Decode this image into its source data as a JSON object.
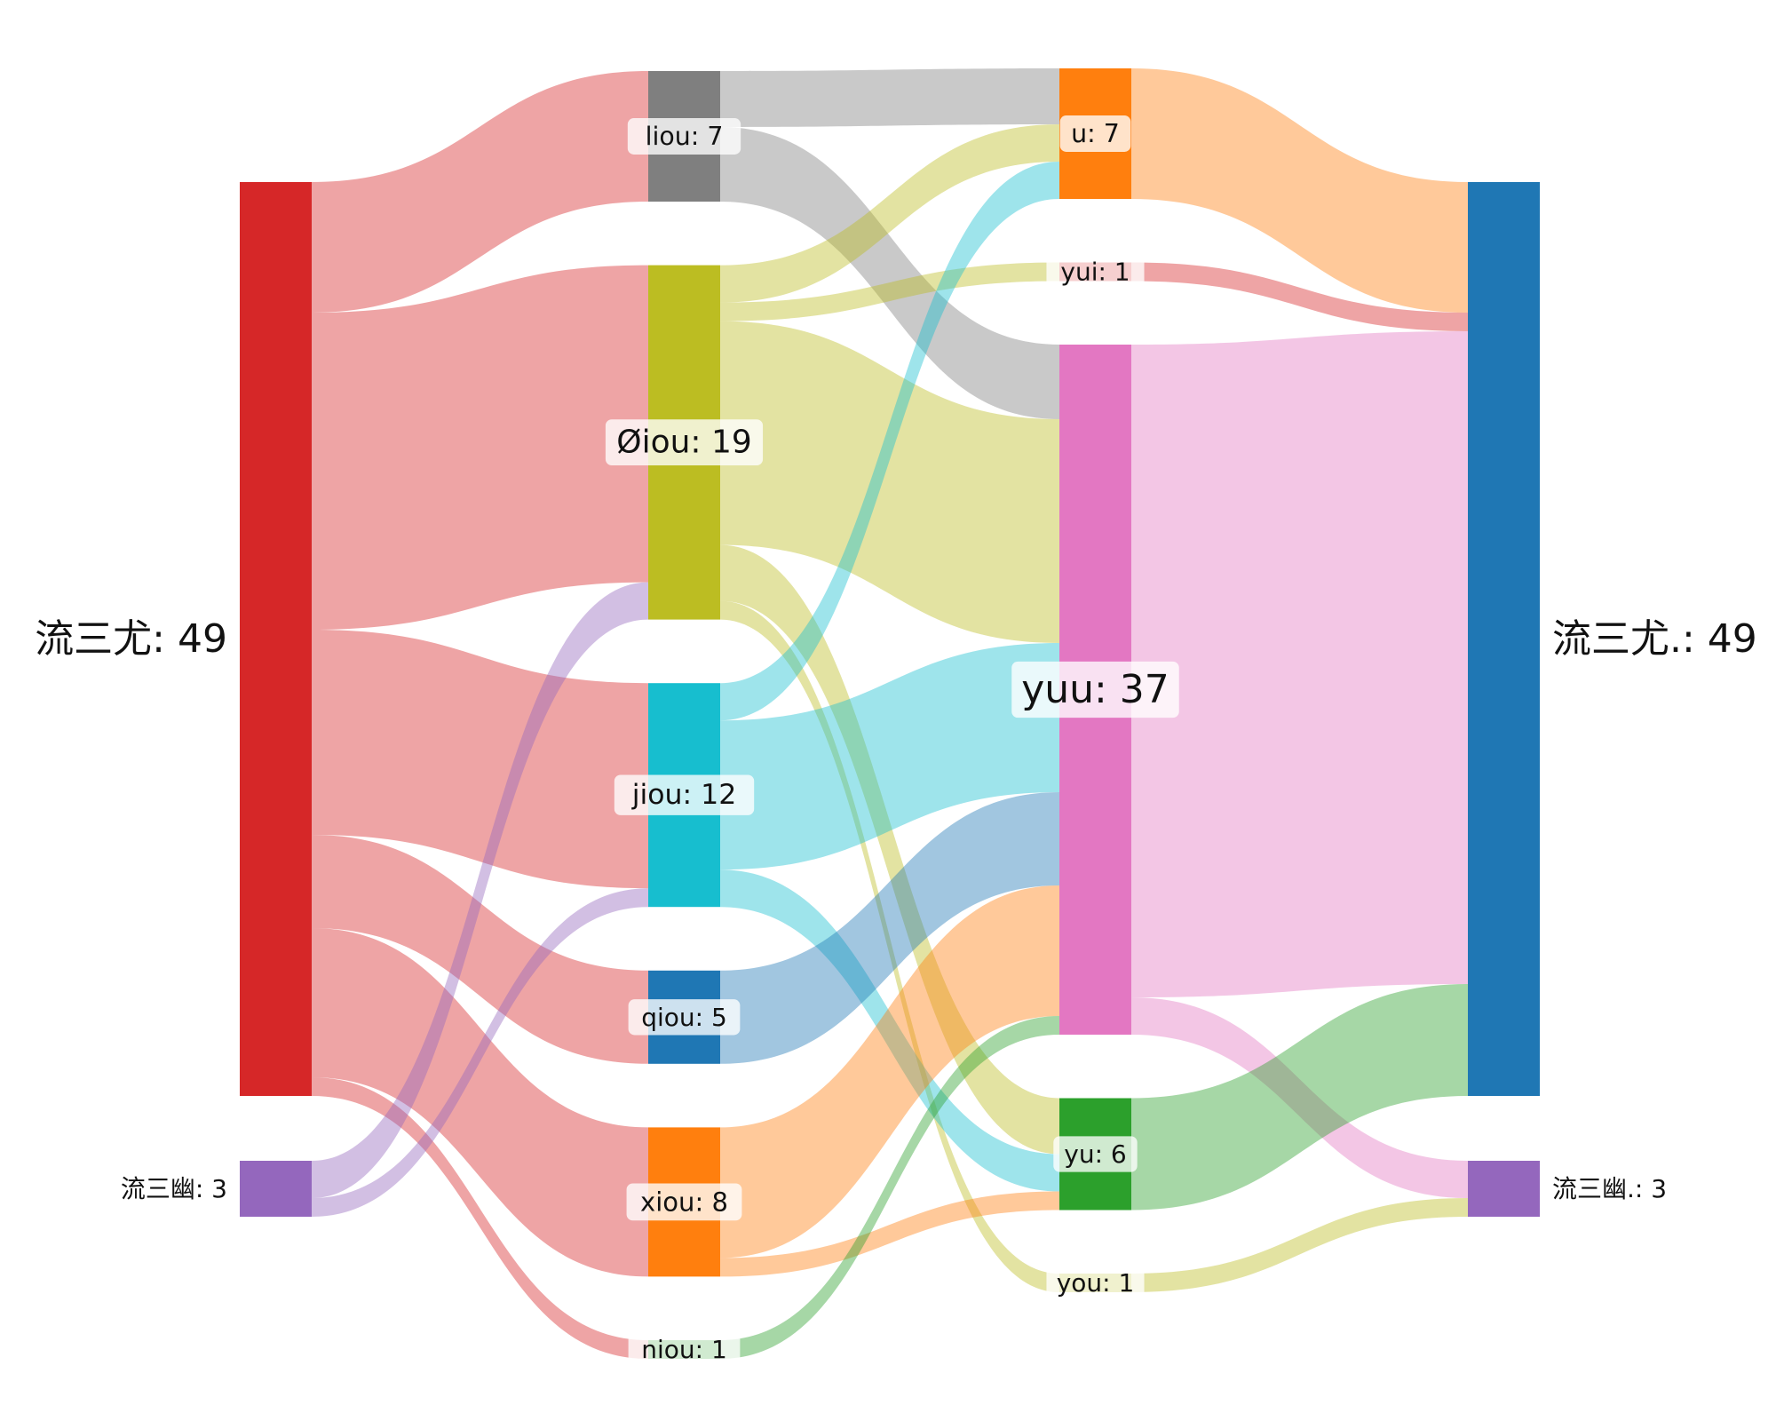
{
  "diagram": {
    "type": "sankey",
    "columns": [
      [
        {
          "id": "l_you3",
          "name": "流三尤",
          "value": 49,
          "color": "#d62728"
        },
        {
          "id": "l_you_yuu",
          "name": "流三幽",
          "value": 3,
          "color": "#9467bd"
        }
      ],
      [
        {
          "id": "liou",
          "name": "liou",
          "value": 7,
          "color": "#7f7f7f"
        },
        {
          "id": "oiou",
          "name": "Øiou",
          "value": 19,
          "color": "#bcbd22"
        },
        {
          "id": "jiou",
          "name": "jiou",
          "value": 12,
          "color": "#17becf"
        },
        {
          "id": "qiou",
          "name": "qiou",
          "value": 5,
          "color": "#1f77b4"
        },
        {
          "id": "xiou",
          "name": "xiou",
          "value": 8,
          "color": "#ff7f0e"
        },
        {
          "id": "niou",
          "name": "niou",
          "value": 1,
          "color": "#2ca02c"
        }
      ],
      [
        {
          "id": "u",
          "name": "u",
          "value": 7,
          "color": "#ff7f0e"
        },
        {
          "id": "yui",
          "name": "yui",
          "value": 1,
          "color": "#d62728"
        },
        {
          "id": "yuu",
          "name": "yuu",
          "value": 37,
          "color": "#e377c2"
        },
        {
          "id": "yu",
          "name": "yu",
          "value": 6,
          "color": "#2ca02c"
        },
        {
          "id": "you",
          "name": "you",
          "value": 1,
          "color": "#bcbd22"
        }
      ],
      [
        {
          "id": "r_you3",
          "name": "流三尤.",
          "value": 49,
          "color": "#1f77b4"
        },
        {
          "id": "r_you_yuu",
          "name": "流三幽.",
          "value": 3,
          "color": "#9467bd"
        }
      ]
    ],
    "links": [
      {
        "source": "l_you3",
        "target": "liou",
        "value": 7
      },
      {
        "source": "l_you3",
        "target": "oiou",
        "value": 17
      },
      {
        "source": "l_you3",
        "target": "jiou",
        "value": 11
      },
      {
        "source": "l_you3",
        "target": "qiou",
        "value": 5
      },
      {
        "source": "l_you3",
        "target": "xiou",
        "value": 8
      },
      {
        "source": "l_you3",
        "target": "niou",
        "value": 1
      },
      {
        "source": "l_you_yuu",
        "target": "oiou",
        "value": 2
      },
      {
        "source": "l_you_yuu",
        "target": "jiou",
        "value": 1
      },
      {
        "source": "liou",
        "target": "u",
        "value": 3
      },
      {
        "source": "liou",
        "target": "yuu",
        "value": 4
      },
      {
        "source": "oiou",
        "target": "u",
        "value": 2
      },
      {
        "source": "oiou",
        "target": "yui",
        "value": 1
      },
      {
        "source": "oiou",
        "target": "yuu",
        "value": 12
      },
      {
        "source": "oiou",
        "target": "yu",
        "value": 3
      },
      {
        "source": "oiou",
        "target": "you",
        "value": 1
      },
      {
        "source": "jiou",
        "target": "u",
        "value": 2
      },
      {
        "source": "jiou",
        "target": "yuu",
        "value": 8
      },
      {
        "source": "jiou",
        "target": "yu",
        "value": 2
      },
      {
        "source": "qiou",
        "target": "yuu",
        "value": 5
      },
      {
        "source": "xiou",
        "target": "yuu",
        "value": 7
      },
      {
        "source": "xiou",
        "target": "yu",
        "value": 1
      },
      {
        "source": "niou",
        "target": "yuu",
        "value": 1
      },
      {
        "source": "u",
        "target": "r_you3",
        "value": 7
      },
      {
        "source": "yui",
        "target": "r_you3",
        "value": 1
      },
      {
        "source": "yuu",
        "target": "r_you3",
        "value": 35
      },
      {
        "source": "yuu",
        "target": "r_you_yuu",
        "value": 2
      },
      {
        "source": "yu",
        "target": "r_you3",
        "value": 6
      },
      {
        "source": "you",
        "target": "r_you_yuu",
        "value": 1
      }
    ]
  }
}
